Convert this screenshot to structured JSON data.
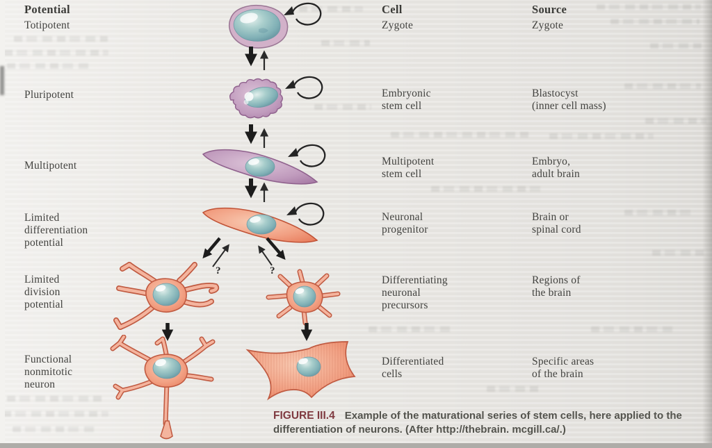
{
  "figure": {
    "caption": {
      "label": "FIGURE III.4",
      "text": "Example of the maturational series of stem cells, here applied to the differentiation of neurons. (After http://thebrain. mcgill.ca/.)"
    }
  },
  "table": {
    "columns": [
      {
        "key": "potential",
        "label": "Potential"
      },
      {
        "key": "cell",
        "label": "Cell"
      },
      {
        "key": "source",
        "label": "Source"
      }
    ],
    "rows": [
      {
        "potential": "Totipotent",
        "cell": "Zygote",
        "source": "Zygote",
        "illustration": "zygote"
      },
      {
        "potential": "Pluripotent",
        "cell": "Embryonic\nstem cell",
        "source": "Blastocyst\n(inner cell mass)",
        "illustration": "embryonic-stem-cell"
      },
      {
        "potential": "Multipotent",
        "cell": "Multipotent\nstem cell",
        "source": "Embryo,\nadult brain",
        "illustration": "multipotent-stem-cell"
      },
      {
        "potential": "Limited\ndifferentiation\npotential",
        "cell": "Neuronal\nprogenitor",
        "source": "Brain or\nspinal cord",
        "illustration": "neuronal-progenitor"
      },
      {
        "potential": "Limited\ndivision\npotential",
        "cell": "Differentiating\nneuronal\nprecursors",
        "source": "Regions of\nthe brain",
        "illustration": "differentiating-precursors"
      },
      {
        "potential": "Functional\nnonmitotic\nneuron",
        "cell": "Differentiated\ncells",
        "source": "Specific areas\nof the brain",
        "illustration": "neuron-and-differentiated-cell"
      }
    ]
  },
  "diagram": {
    "question_left": "?",
    "question_right": "?",
    "icons": {
      "self_renewal": "curved-loop-arrow",
      "differentiate": "thick-down-arrow",
      "dedifferentiate": "thin-up-arrow",
      "uncertain_transition": "question-mark"
    },
    "cells": [
      {
        "name": "zygote",
        "body_color": "purple"
      },
      {
        "name": "embryonic-stem-cell",
        "body_color": "purple"
      },
      {
        "name": "multipotent-stem-cell",
        "body_color": "purple"
      },
      {
        "name": "neuronal-progenitor",
        "body_color": "orange"
      },
      {
        "name": "differentiating-precursor-large",
        "body_color": "orange"
      },
      {
        "name": "differentiating-precursor-small",
        "body_color": "orange"
      },
      {
        "name": "functional-neuron",
        "body_color": "orange"
      },
      {
        "name": "differentiated-cell",
        "body_color": "orange"
      }
    ]
  },
  "colors": {
    "paper": "#e9e7e3",
    "text": "#3b3b38",
    "caption_label": "#7f3a40",
    "purple_cell": "#c09bbd",
    "orange_cell": "#f2a184",
    "nucleus_teal": "#7fafb5",
    "arrow_black": "#1c1c1c"
  }
}
